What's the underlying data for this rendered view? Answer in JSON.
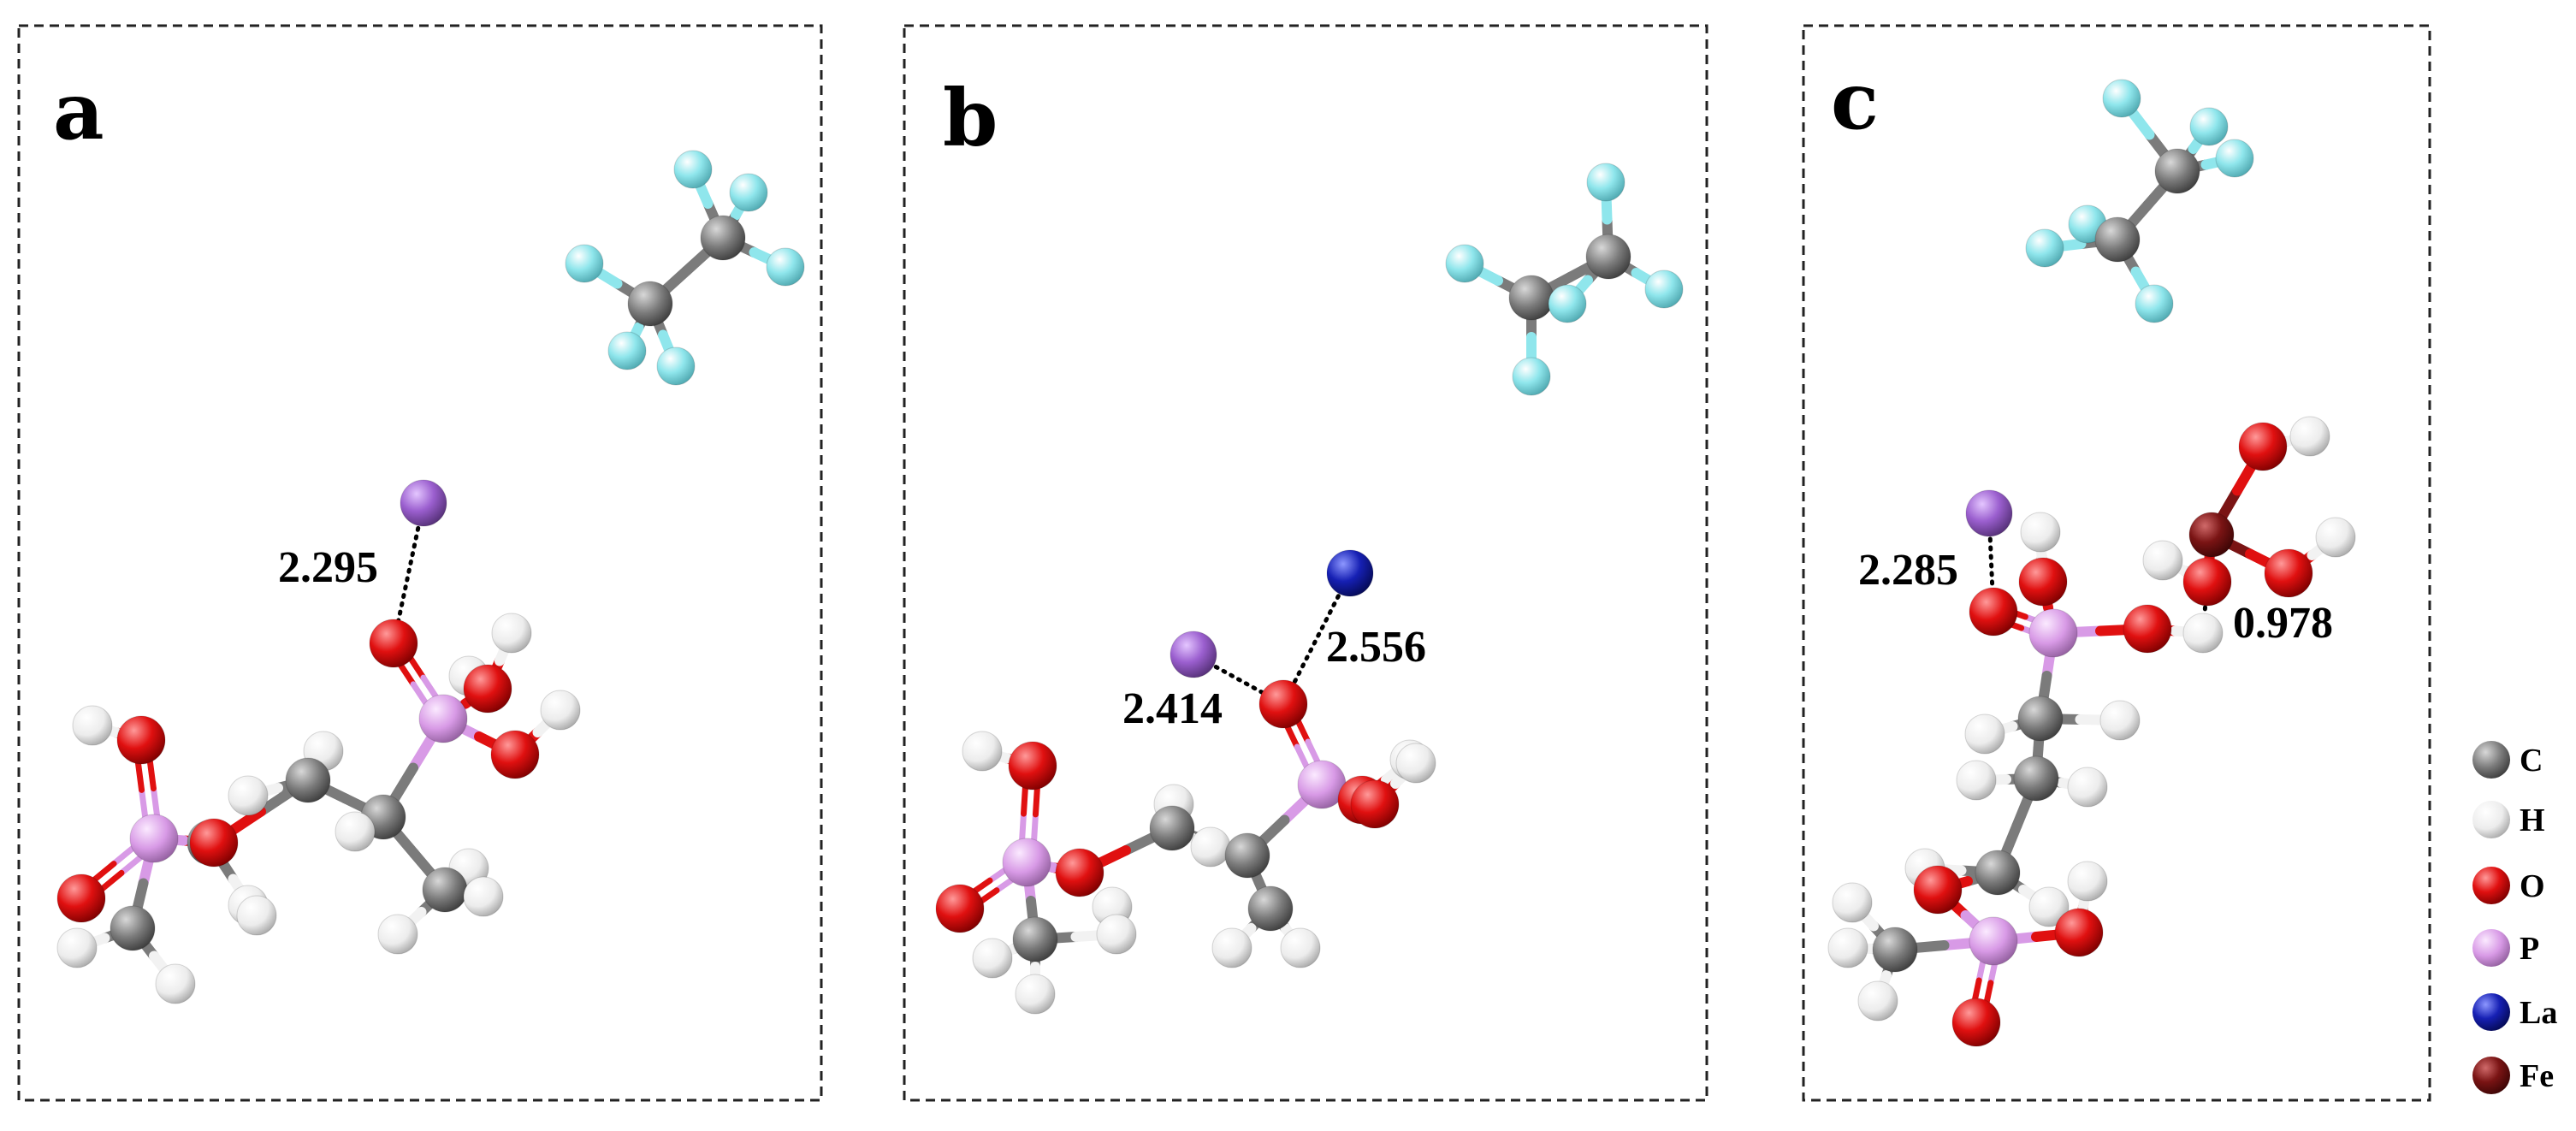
{
  "panels": [
    {
      "letter": "a",
      "distances": [
        "2.295"
      ]
    },
    {
      "letter": "b",
      "distances": [
        "2.414",
        "2.556"
      ]
    },
    {
      "letter": "c",
      "distances": [
        "2.285",
        "0.978"
      ]
    }
  ],
  "legend": [
    {
      "label": "C",
      "color": "#7b7b7b"
    },
    {
      "label": "H",
      "color": "#f2f2f2"
    },
    {
      "label": "O",
      "color": "#e01010"
    },
    {
      "label": "P",
      "color": "#d89ae6"
    },
    {
      "label": "La",
      "color": "#1620b4"
    },
    {
      "label": "Fe",
      "color": "#7a1414"
    }
  ],
  "atom_colors": {
    "C": "#7b7b7b",
    "H": "#f2f2f2",
    "O": "#e01010",
    "P": "#d89ae6",
    "La": "#1620b4",
    "Fe": "#7a1414",
    "F": "#8fe6ec",
    "Li": "#9b5fcf"
  }
}
